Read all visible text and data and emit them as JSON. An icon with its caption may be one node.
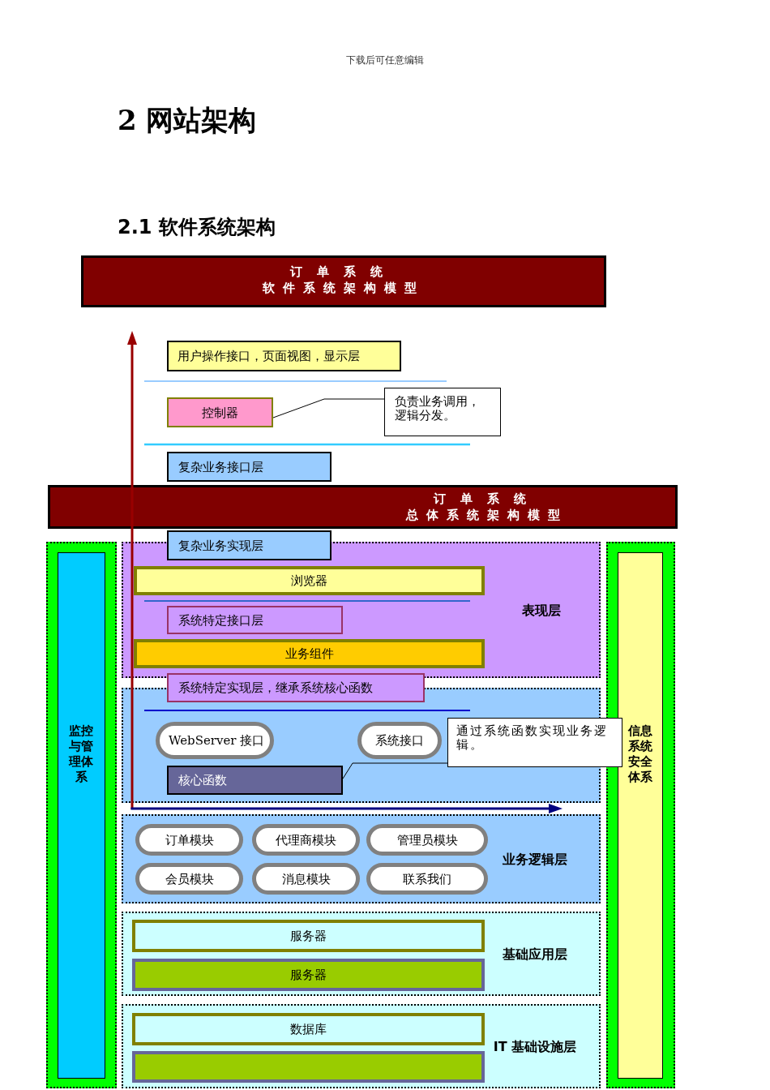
{
  "diagram": {
    "title": "2 网站架构",
    "nodes": [
      {
        "text": [
          "订单系统",
          "软件系统架构模型"
        ]
      },
      {
        "text": [
          "用户操作接口，页面视图，显示层"
        ]
      },
      {
        "text": [
          "控制器"
        ]
      },
      {
        "text": [
          "负责业务调用，逻辑分发。"
        ]
      },
      {
        "text": [
          "复杂业务接口层"
        ]
      },
      {
        "text": [
          "订单系统",
          "总体系统架构模型"
        ]
      },
      {
        "text": [
          "复杂业务实现层"
        ]
      },
      {
        "text": [
          "监控与管理体系"
        ]
      },
      {
        "text": [
          "表现层"
        ]
      },
      {
        "text": [
          "浏览器"
        ],
        "in": 8
      },
      {
        "text": [
          "系统特定接口层"
        ],
        "in": 8
      },
      {
        "text": [
          "业务组件"
        ],
        "in": 8
      },
      {
        "text": [
          "信息系统安全体系"
        ]
      },
      {
        "text": [
          "系统特定实现层，继承系统核心函数"
        ]
      },
      {
        "text": [],
        "shape": "box"
      },
      {
        "text": [
          "WebServer 接口"
        ],
        "in": 14
      },
      {
        "text": [
          "系统接口"
        ],
        "in": 14
      },
      {
        "text": [
          "通过系统函数实现业务逻辑。"
        ]
      },
      {
        "text": [
          "核心函数"
        ],
        "in": 14
      },
      {
        "text": [
          "业务逻辑层"
        ]
      },
      {
        "text": [
          "订单模块"
        ],
        "in": 19
      },
      {
        "text": [
          "代理商模块"
        ],
        "in": 19
      },
      {
        "text": [
          "管理员模块"
        ],
        "in": 19
      },
      {
        "text": [
          "会员模块"
        ],
        "in": 19
      },
      {
        "text": [
          "消息模块"
        ],
        "in": 19
      },
      {
        "text": [
          "联系我们"
        ],
        "in": 19
      },
      {
        "text": [
          "基础应用层"
        ]
      },
      {
        "text": [
          "服务器"
        ],
        "in": 26
      },
      {
        "text": [
          "服务器"
        ],
        "in": 26
      },
      {
        "text": [
          "IT 基础设施层"
        ]
      },
      {
        "text": [
          "数据库"
        ],
        "in": 29
      },
      {
        "text": [],
        "shape": "box",
        "in": 29
      }
    ],
    "edges": [
      {
        "from": 3,
        "to": 2,
        "arrow": "none"
      },
      {
        "from": 17,
        "to": 18,
        "arrow": "none"
      }
    ],
    "labels": [
      "下载后可任意编辑",
      "2.1 软件系统架构"
    ]
  }
}
